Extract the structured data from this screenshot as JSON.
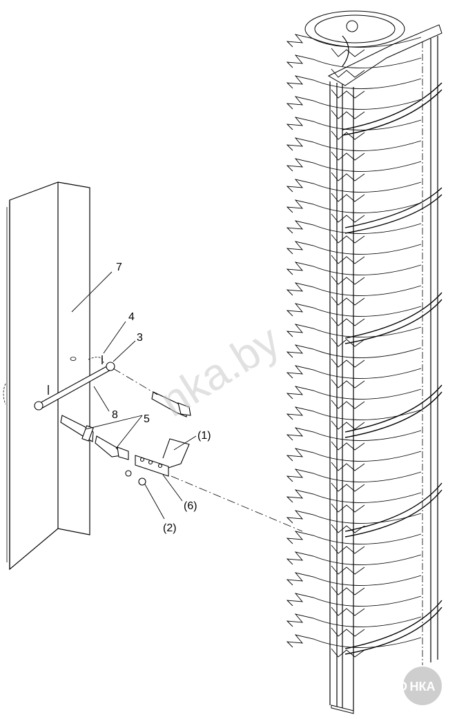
{
  "labels": {
    "l7": "7",
    "l4": "4",
    "l3": "3",
    "l8": "8",
    "l5": "5",
    "l1": "(1)",
    "l6": "(6)",
    "l2": "(2)"
  },
  "watermark": {
    "site": "nka.by",
    "logo_left": "АГРО",
    "logo_right": "НКА"
  },
  "colors": {
    "line": "#000000",
    "watermark": "#c9c9c9",
    "logo_circle": "#bdbdbd"
  }
}
